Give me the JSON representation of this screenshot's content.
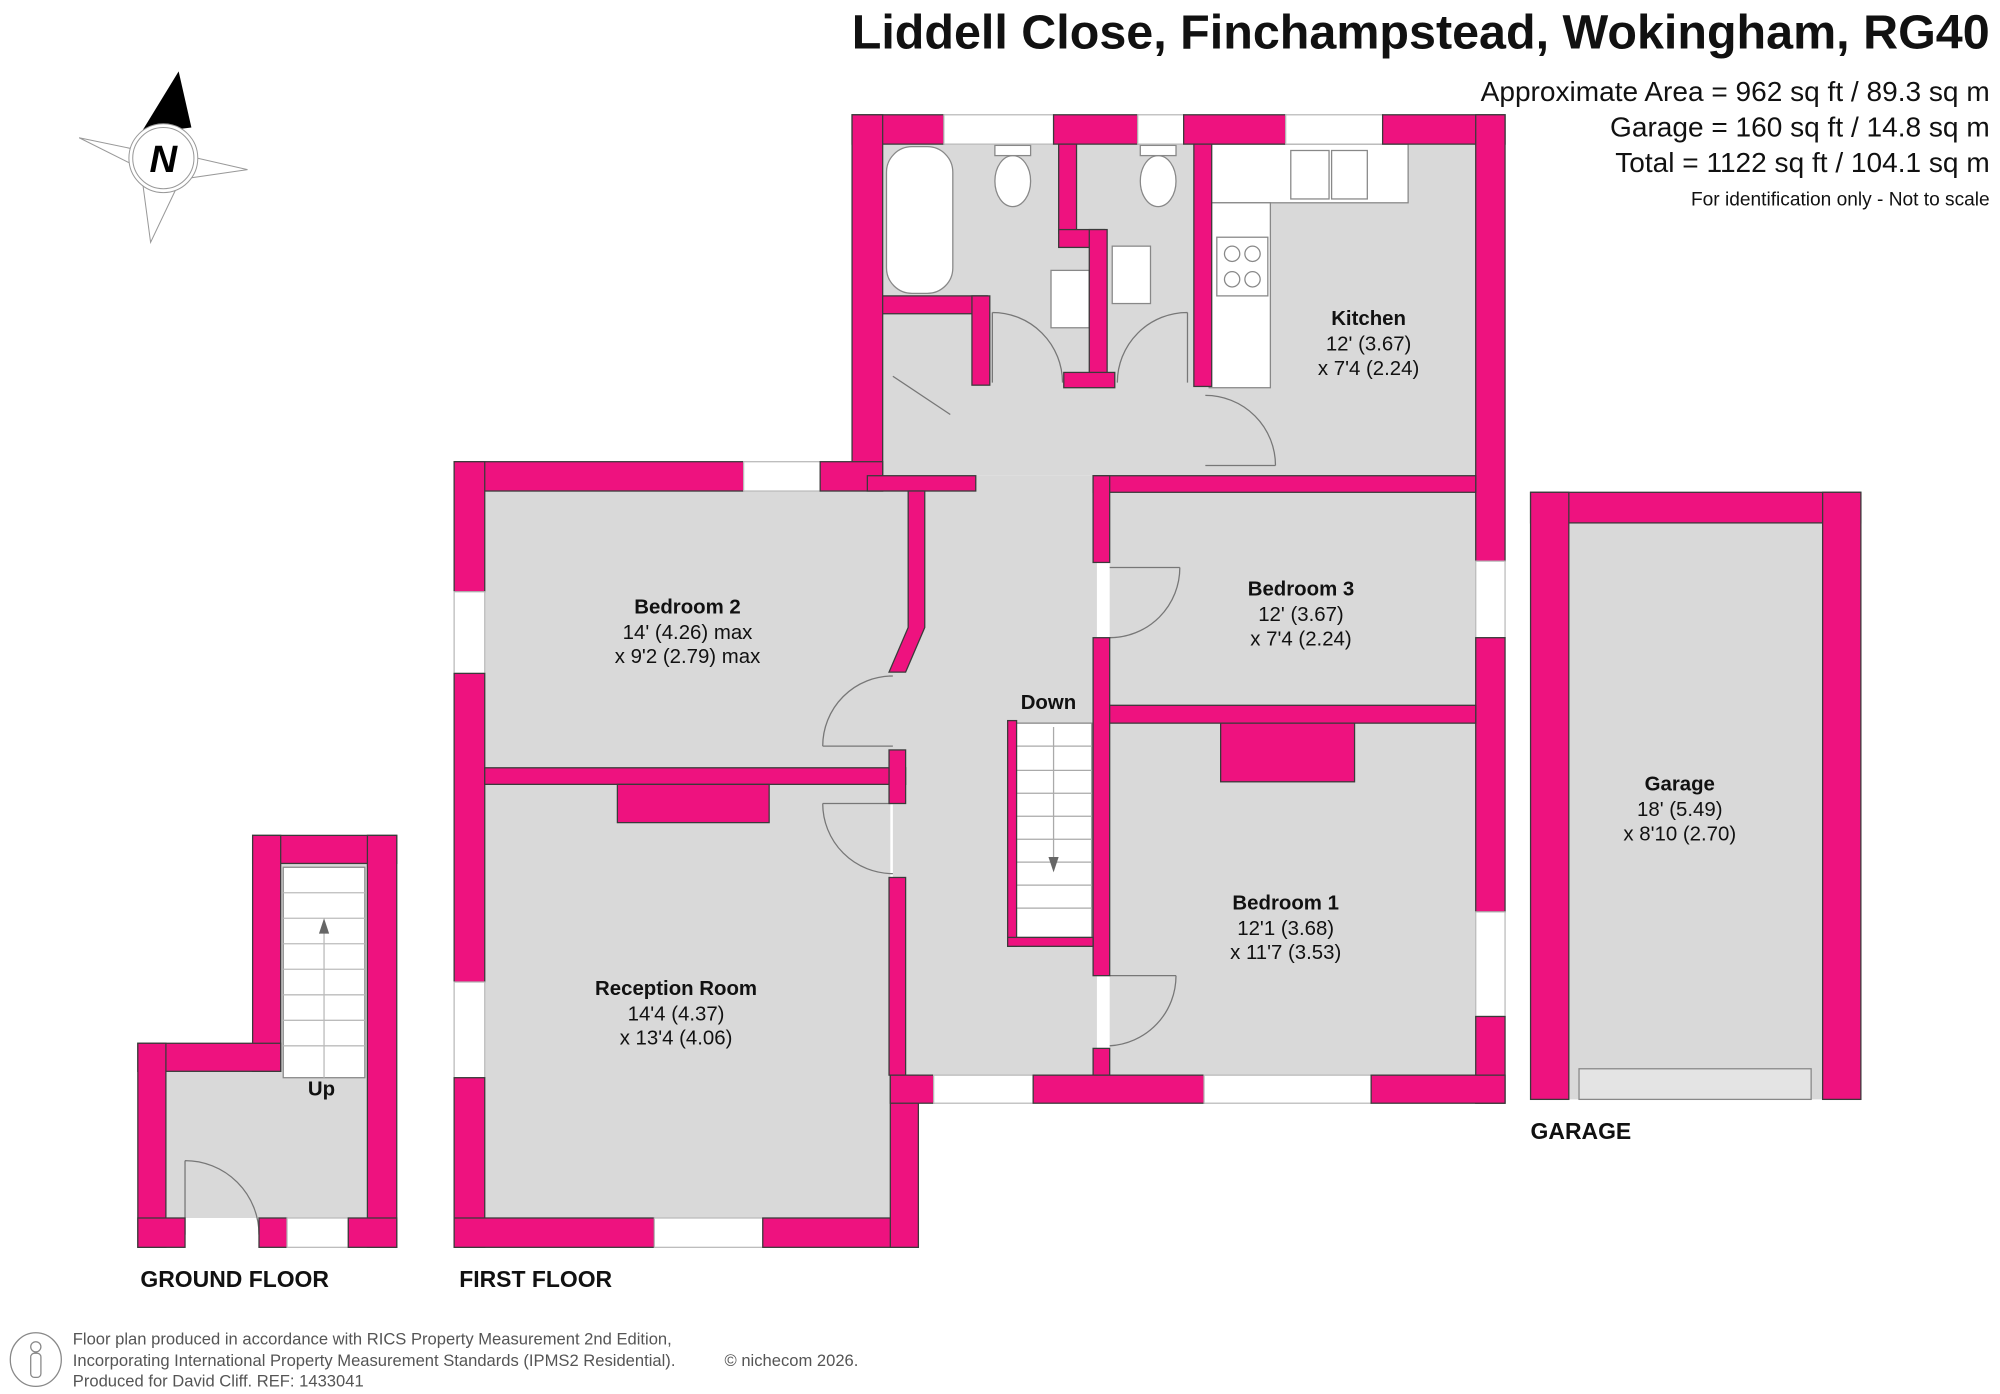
{
  "header": {
    "title": "Liddell Close, Finchampstead, Wokingham, RG40",
    "area_lines": [
      "Approximate Area = 962 sq ft / 89.3 sq m",
      "Garage = 160 sq ft / 14.8 sq m",
      "Total = 1122 sq ft / 104.1 sq m"
    ],
    "disclaimer": "For identification only - Not to scale"
  },
  "compass": {
    "label": "N"
  },
  "rooms": {
    "kitchen": {
      "name": "Kitchen",
      "dim1": "12' (3.67)",
      "dim2": "x 7'4 (2.24)"
    },
    "bedroom3": {
      "name": "Bedroom 3",
      "dim1": "12' (3.67)",
      "dim2": "x 7'4 (2.24)"
    },
    "bedroom2": {
      "name": "Bedroom 2",
      "dim1": "14' (4.26) max",
      "dim2": "x 9'2 (2.79) max"
    },
    "bedroom1": {
      "name": "Bedroom 1",
      "dim1": "12'1 (3.68)",
      "dim2": "x 11'7 (3.53)"
    },
    "reception": {
      "name": "Reception Room",
      "dim1": "14'4 (4.37)",
      "dim2": "x 13'4 (4.06)"
    },
    "garage": {
      "name": "Garage",
      "dim1": "18' (5.49)",
      "dim2": "x 8'10 (2.70)"
    }
  },
  "stairs": {
    "down": "Down",
    "up": "Up"
  },
  "floors": {
    "ground": "GROUND FLOOR",
    "first": "FIRST FLOOR",
    "garage": "GARAGE"
  },
  "colors": {
    "wall": "#ee127f",
    "room": "#d9d9d9"
  },
  "footer": {
    "line1": "Floor plan produced in accordance with RICS Property Measurement 2nd Edition,",
    "line2": "Incorporating International Property Measurement Standards (IPMS2 Residential).",
    "copyright": "© nichecom 2026.",
    "line3": "Produced for David Cliff.   REF: 1433041"
  }
}
